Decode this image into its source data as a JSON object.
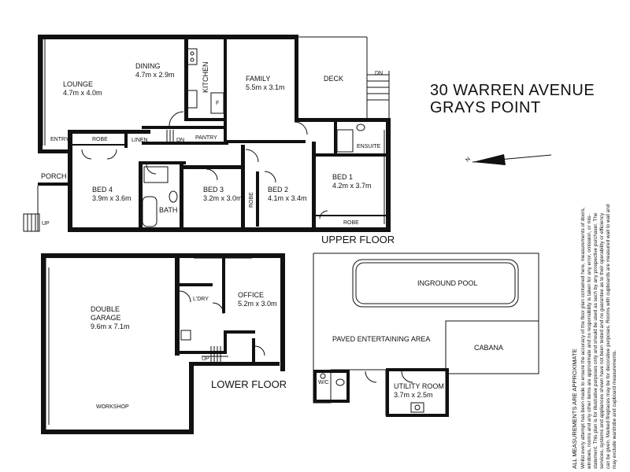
{
  "title": {
    "line1": "30 WARREN AVENUE",
    "line2": "GRAYS POINT"
  },
  "floors": {
    "upper": "UPPER FLOOR",
    "lower": "LOWER FLOOR"
  },
  "rooms": {
    "lounge": {
      "name": "LOUNGE",
      "size": "4.7m x 4.0m"
    },
    "dining": {
      "name": "DINING",
      "size": "4.7m x 2.9m"
    },
    "kitchen": "KITCHEN",
    "family": {
      "name": "FAMILY",
      "size": "5.5m x 3.1m"
    },
    "deck": "DECK",
    "entry": "ENTRY",
    "porch": "PORCH",
    "robe": "ROBE",
    "linen": "LINEN",
    "pantry": "PANTRY",
    "ensuite": "ENSUITE",
    "bed1": {
      "name": "BED 1",
      "size": "4.2m x 3.7m"
    },
    "bed2": {
      "name": "BED 2",
      "size": "4.1m x 3.4m"
    },
    "bed3": {
      "name": "BED 3",
      "size": "3.2m x 3.0m"
    },
    "bed4": {
      "name": "BED 4",
      "size": "3.9m x 3.6m"
    },
    "bath": "BATH",
    "garage": {
      "name1": "DOUBLE",
      "name2": "GARAGE",
      "size": "9.6m x 7.1m"
    },
    "workshop": "WORKSHOP",
    "laundry": "L'DRY",
    "office": {
      "name": "OFFICE",
      "size": "5.2m x 3.0m"
    },
    "pool": "INGROUND POOL",
    "paved": "PAVED ENTERTAINING AREA",
    "cabana": "CABANA",
    "wc": "W/C",
    "utility": {
      "name": "UTILITY ROOM",
      "size": "3.7m x 2.5m"
    }
  },
  "markers": {
    "dn": "DN",
    "up": "UP",
    "fridge": "F",
    "north": "N"
  },
  "disclaimer": {
    "heading": "ALL MEASUREMENTS ARE APPROXIMATE",
    "lines": [
      "Whilst every attempt has been made to ensure the accuracy of the floor plan contained here, measurements of doors,",
      "windows, rooms and any other items are approximate and no responsibility is taken for any error, omission, or mis-",
      "statement. This plan is for illustrative purposes only and should be used as such by any prospective purchaser. The",
      "services, systems and appliances shown have not been tested and no guarantee as to their operability or efficiency",
      "can be given. Marked fireplaces may be for decorative purposes. Rooms with cupboards are measured wall to wall and",
      "may exclude wardrobe and cupboard measurements."
    ]
  }
}
